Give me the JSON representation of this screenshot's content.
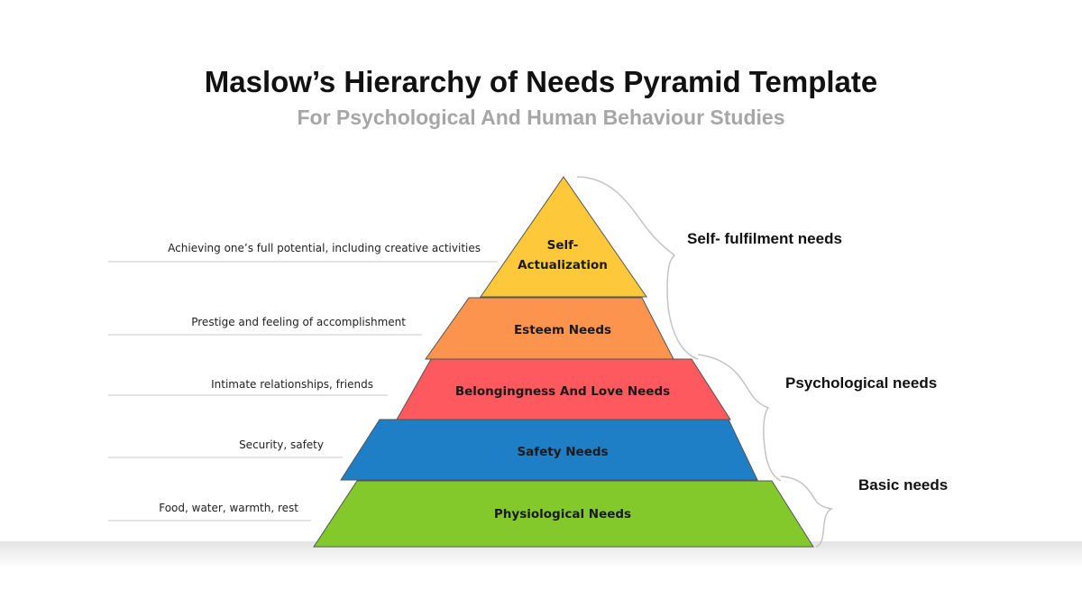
{
  "header": {
    "title": "Maslow’s Hierarchy of Needs Pyramid Template",
    "subtitle": "For Psychological And Human Behaviour Studies"
  },
  "levels": [
    {
      "line1": "Self-",
      "line2": "Actualization",
      "color": "#fdc93a",
      "description": "Achieving one’s full potential, including creative activities"
    },
    {
      "line1": "Esteem Needs",
      "line2": "",
      "color": "#fd944d",
      "description": "Prestige and feeling of accomplishment"
    },
    {
      "line1": "Belongingness And Love Needs",
      "line2": "",
      "color": "#fe595f",
      "description": "Intimate relationships, friends"
    },
    {
      "line1": "Safety Needs",
      "line2": "",
      "color": "#1e7fc6",
      "description": "Security, safety"
    },
    {
      "line1": "Physiological Needs",
      "line2": "",
      "color": "#83c92b",
      "description": "Food, water, warmth, rest"
    }
  ],
  "groups": [
    {
      "label": "Self- fulfilment needs"
    },
    {
      "label": "Psychological needs"
    },
    {
      "label": "Basic needs"
    }
  ]
}
